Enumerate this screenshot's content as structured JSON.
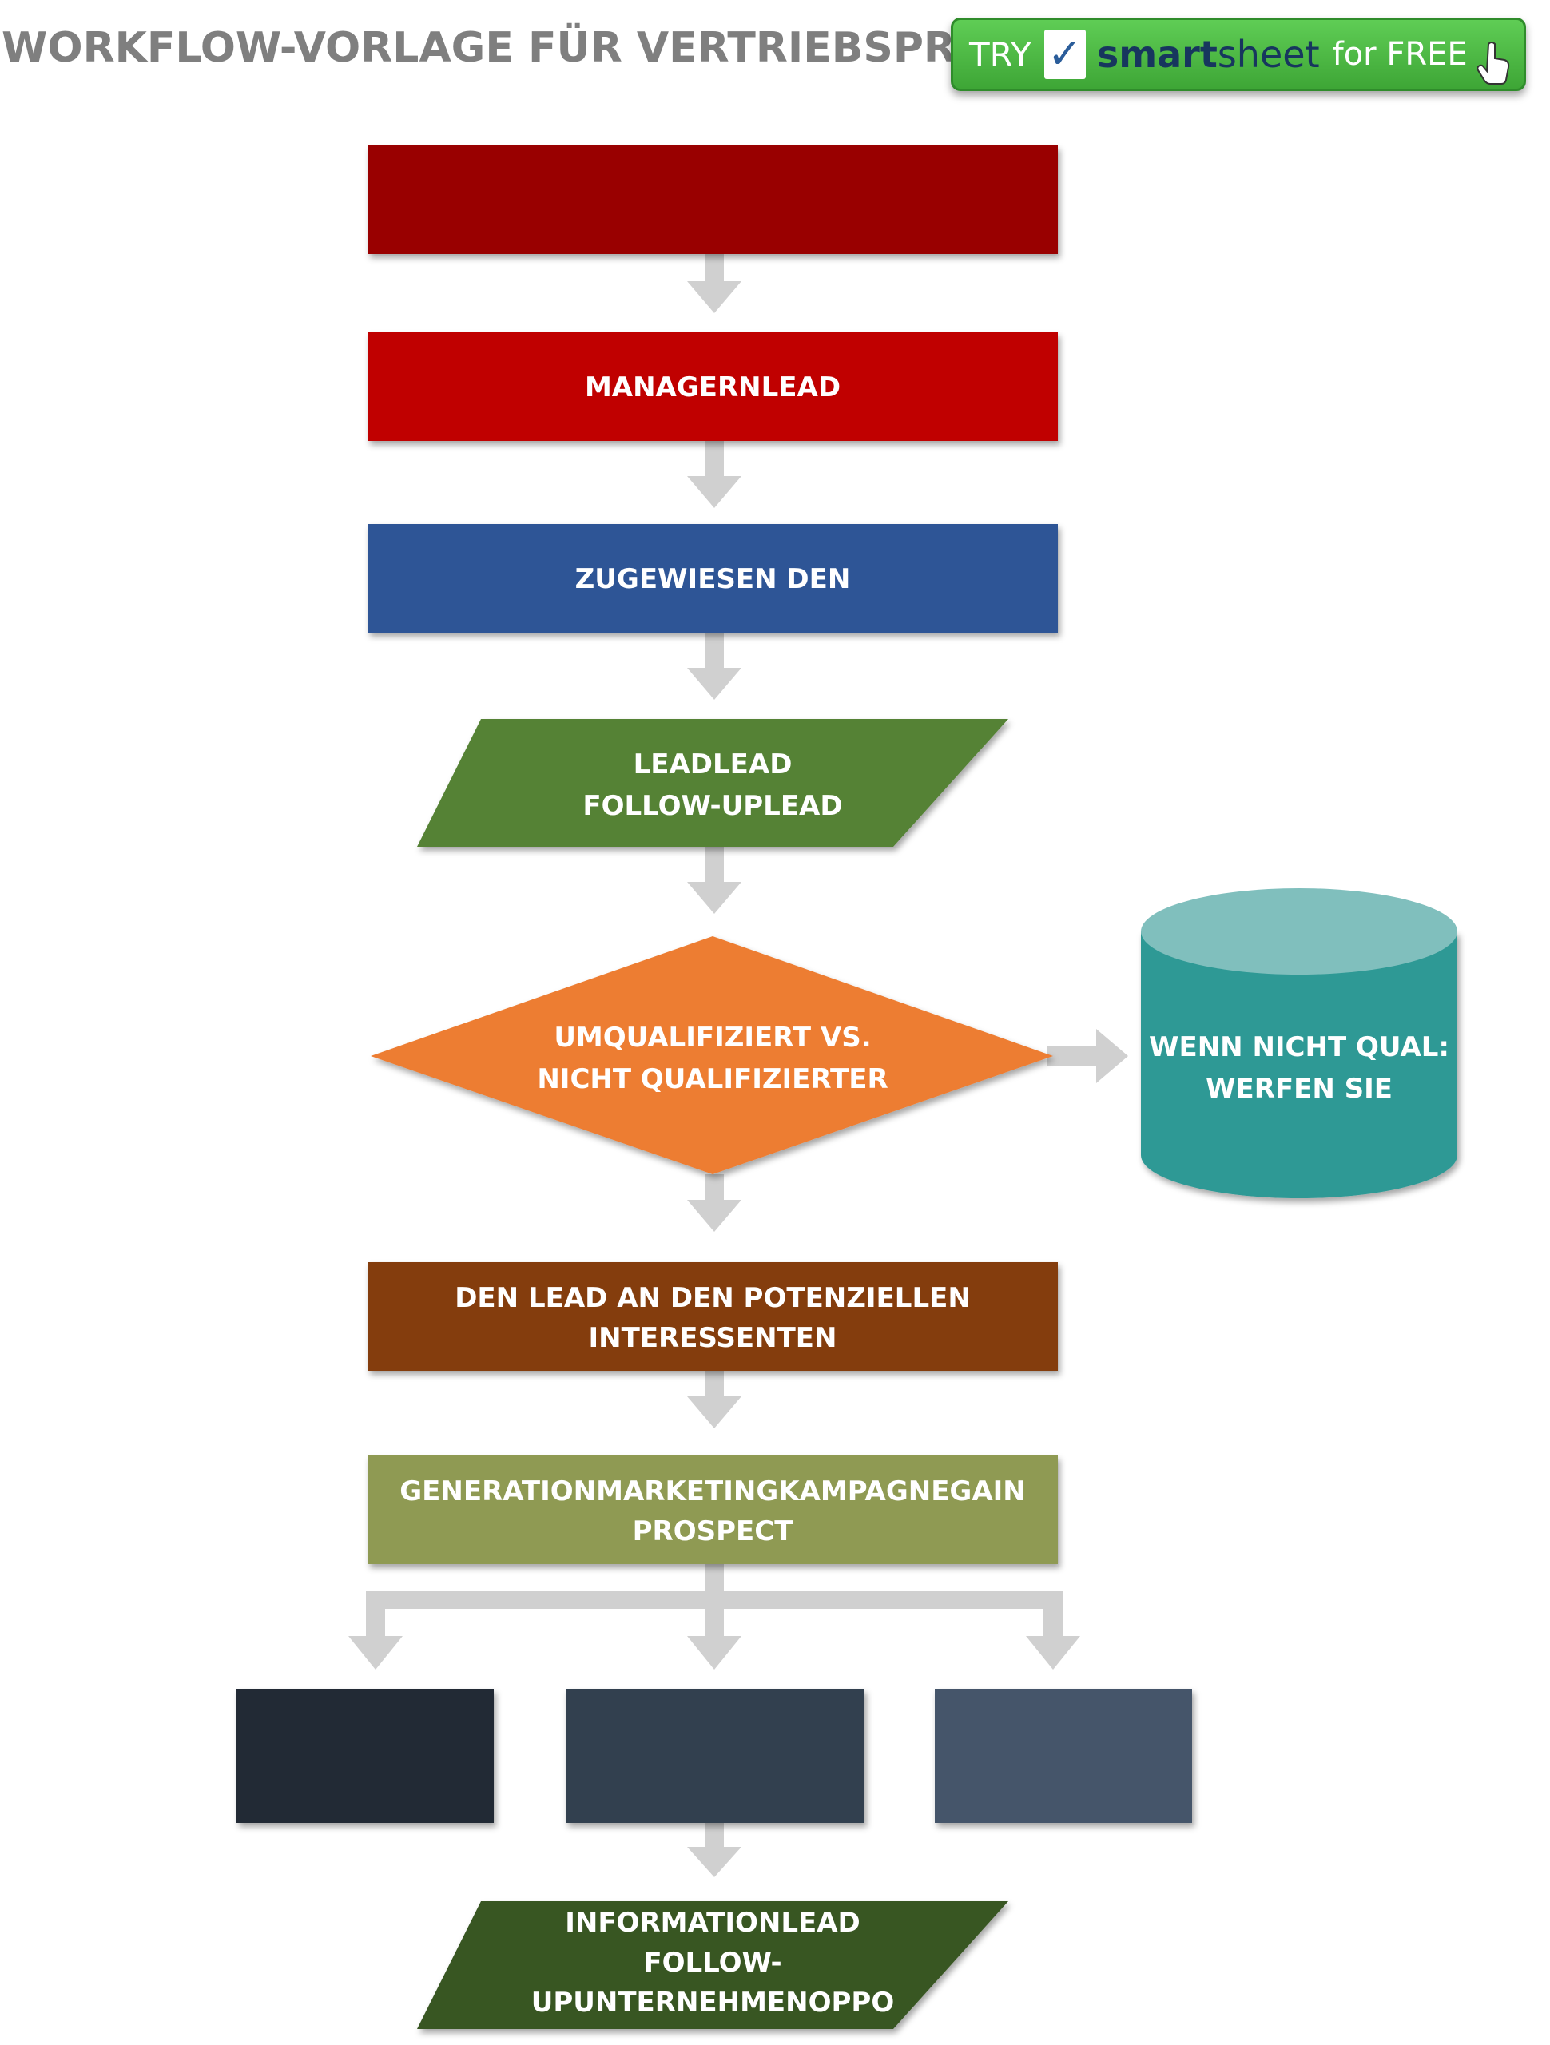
{
  "title": "WORKFLOW-VORLAGE FÜR VERTRIEBSPROZES",
  "cta": {
    "try": "TRY",
    "check_icon": "checkbox-icon",
    "brand_smart": "smart",
    "brand_sheet": "sheet",
    "for_free": "for FREE",
    "cursor_icon": "hand-pointer-icon",
    "color": "#4cb847"
  },
  "steps": {
    "start": {
      "label": "",
      "color": "#990000"
    },
    "manager_lead": {
      "label": "MANAGERNLEAD",
      "color": "#c00000"
    },
    "assigned": {
      "label": "ZUGEWIESEN DEN",
      "color": "#2f5496"
    },
    "lead_follow_up": {
      "line1": "LEADLEAD",
      "line2": "FOLLOW-UPLEAD",
      "color": "#548235"
    },
    "qualified": {
      "line1": "UMQUALIFIZIERT VS.",
      "line2": "NICHT QUALIFIZIERTER",
      "color": "#ed7d31"
    },
    "discard": {
      "line1": "WENN NICHT QUAL:",
      "line2": "WERFEN SIE",
      "color": "#2e9995"
    },
    "to_prospect": {
      "line1": "DEN LEAD AN DEN POTENZIELLEN",
      "line2": "INTERESSENTEN",
      "color": "#843c0c"
    },
    "campaign": {
      "line1": "GENERATIONMARKETINGKAMPAGNEGAIN",
      "line2": "PROSPECT",
      "color": "#8f9a52"
    },
    "branch_a": {
      "label": "",
      "color": "#222a35"
    },
    "branch_b": {
      "label": "",
      "color": "#323f4f"
    },
    "branch_c": {
      "label": "",
      "color": "#44546a"
    },
    "information": {
      "line1": "INFORMATIONLEAD",
      "line2": "FOLLOW-",
      "line3": "UPUNTERNEHMENOPPO",
      "color": "#375623"
    }
  },
  "connector_color": "#d0d0d0"
}
